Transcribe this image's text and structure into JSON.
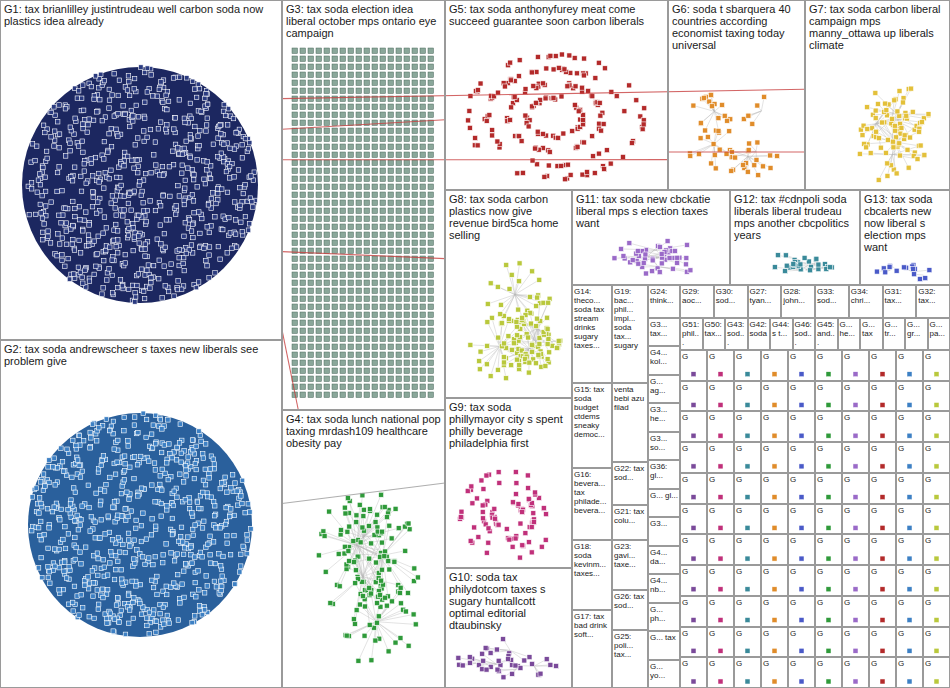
{
  "diagram": {
    "nodes": [
      {
        "text": [
          "G1: tax brianlilley justintrudeau well carbon soda now plastics idea already"
        ]
      },
      {
        "text": [
          "G2: tax soda andrewscheer s taxes new liberals see problem give"
        ]
      },
      {
        "text": [
          "G3: tax soda election idea liberal october mps ontario eye campaign"
        ]
      },
      {
        "text": [
          "G4: tax soda lunch national pop taxing mrdash109 healthcare obesity pay"
        ]
      },
      {
        "text": [
          "G5: tax soda anthonyfurey meat come succeed guarantee soon carbon liberals"
        ]
      },
      {
        "text": [
          "G6: soda t sbarquera 40 countries according economist taxing today universal"
        ]
      },
      {
        "text": [
          "G7: tax soda carbon liberal campaign mps manny_ottawa up liberals climate"
        ]
      },
      {
        "text": [
          "G8: tax soda carbon plastics now give revenue bird5ca home selling"
        ]
      },
      {
        "text": [
          "G9: tax soda phillymayor city s spent philly beverage philadelphia first"
        ]
      },
      {
        "text": [
          "G10: soda tax philydotcom taxes s sugary huntallcott optimal editorial dtaubinsky"
        ]
      },
      {
        "text": [
          "G11: tax soda new cbckatie liberal mps s election taxes want"
        ]
      },
      {
        "text": [
          "G12: tax #cdnpoli soda liberals liberal trudeau mps another cbcpolitics years"
        ]
      },
      {
        "text": [
          "G13: tax soda cbcalerts new now liberal s election mps want"
        ]
      },
      {
        "text": [
          "G14: theco... soda tax stream drinks sugary taxes..."
        ]
      },
      {
        "text": [
          "G15: tax soda budget ctdems sneaky democ..."
        ]
      },
      {
        "text": [
          "G16: bevera... tax philade... bevera..."
        ]
      },
      {
        "text": [
          "G18: soda kevinm... taxes..."
        ]
      },
      {
        "text": [
          "G17: tax bad drink soft..."
        ]
      },
      {
        "text": [
          "G19: bac... phil... impl... soda tax... sugary"
        ]
      },
      {
        "text": [
          "venta bebi azu filad"
        ]
      },
      {
        "text": [
          "G22: tax sod..."
        ]
      },
      {
        "text": [
          "G21: tax colu..."
        ]
      },
      {
        "text": [
          "G23: gavi... taxe..."
        ]
      },
      {
        "text": [
          "G26: tax sod..."
        ]
      },
      {
        "text": [
          "G25: poli... tax..."
        ]
      },
      {
        "text": [
          "G24: think..."
        ]
      },
      {
        "text": [
          "G3... tax..."
        ]
      },
      {
        "text": [
          "G4... kol..."
        ]
      },
      {
        "text": [
          "G... ag..."
        ]
      },
      {
        "text": [
          "G3... he..."
        ]
      },
      {
        "text": [
          "G3... so..."
        ]
      },
      {
        "text": [
          "G36: gl..."
        ]
      },
      {
        "text": [
          "G... gl..."
        ]
      },
      {
        "text": [
          "G3..."
        ]
      },
      {
        "text": [
          "G4... da..."
        ]
      },
      {
        "text": [
          "G4... nb..."
        ]
      },
      {
        "text": [
          "G... ph..."
        ]
      },
      {
        "text": [
          "G... tax"
        ]
      },
      {
        "text": [
          "G... yo..."
        ]
      },
      {
        "text": [
          "G29: aoc..."
        ]
      },
      {
        "text": [
          "G30: sod..."
        ]
      },
      {
        "text": [
          "G27: tyan..."
        ]
      },
      {
        "text": [
          "G28: john..."
        ]
      },
      {
        "text": [
          "G33: sod..."
        ]
      },
      {
        "text": [
          "G34: chri..."
        ]
      },
      {
        "text": [
          "G31: tax..."
        ]
      },
      {
        "text": [
          "G32: tax..."
        ]
      },
      {
        "text": [
          "G51: phil..."
        ]
      },
      {
        "text": [
          "G50: tax..."
        ]
      },
      {
        "text": [
          "G43: sod..."
        ]
      },
      {
        "text": [
          "G42: soda"
        ]
      },
      {
        "text": [
          "G44: s t..."
        ]
      },
      {
        "text": [
          "G46: sod..."
        ]
      },
      {
        "text": [
          "G45: and..."
        ]
      },
      {
        "text": [
          "G... he..."
        ]
      },
      {
        "text": [
          "G... tax"
        ]
      },
      {
        "text": [
          "G... tr..."
        ]
      },
      {
        "text": [
          "G... gr..."
        ]
      },
      {
        "text": [
          "G... pa..."
        ]
      },
      {
        "text": [
          "G"
        ]
      },
      {
        "text": [
          "G"
        ]
      },
      {
        "text": [
          "G"
        ]
      },
      {
        "text": [
          "G"
        ]
      },
      {
        "text": [
          "G"
        ]
      },
      {
        "text": [
          "G"
        ]
      },
      {
        "text": [
          "G"
        ]
      },
      {
        "text": [
          "G"
        ]
      },
      {
        "text": [
          "G"
        ]
      },
      {
        "text": [
          "G"
        ]
      },
      {
        "text": [
          "G"
        ]
      },
      {
        "text": [
          "G"
        ]
      },
      {
        "text": [
          "G"
        ]
      },
      {
        "text": [
          "G"
        ]
      },
      {
        "text": [
          "G"
        ]
      },
      {
        "text": [
          "G"
        ]
      },
      {
        "text": [
          "G"
        ]
      },
      {
        "text": [
          "G"
        ]
      },
      {
        "text": [
          "G"
        ]
      },
      {
        "text": [
          "G"
        ]
      },
      {
        "text": [
          "G"
        ]
      },
      {
        "text": [
          "G"
        ]
      },
      {
        "text": [
          "G"
        ]
      },
      {
        "text": [
          "G"
        ]
      },
      {
        "text": [
          "G"
        ]
      },
      {
        "text": [
          "G"
        ]
      },
      {
        "text": [
          "G"
        ]
      },
      {
        "text": [
          "G"
        ]
      },
      {
        "text": [
          "G"
        ]
      },
      {
        "text": [
          "G"
        ]
      },
      {
        "text": [
          "G"
        ]
      },
      {
        "text": [
          "G"
        ]
      },
      {
        "text": [
          "G"
        ]
      },
      {
        "text": [
          "G"
        ]
      },
      {
        "text": [
          "G"
        ]
      },
      {
        "text": [
          "G"
        ]
      },
      {
        "text": [
          "G"
        ]
      },
      {
        "text": [
          "G"
        ]
      },
      {
        "text": [
          "G"
        ]
      },
      {
        "text": [
          "G"
        ]
      },
      {
        "text": [
          "G"
        ]
      },
      {
        "text": [
          "G"
        ]
      },
      {
        "text": [
          "G"
        ]
      },
      {
        "text": [
          "G"
        ]
      },
      {
        "text": [
          "G"
        ]
      },
      {
        "text": [
          "G"
        ]
      },
      {
        "text": [
          "G"
        ]
      },
      {
        "text": [
          "G"
        ]
      },
      {
        "text": [
          "G"
        ]
      },
      {
        "text": [
          "G"
        ]
      },
      {
        "text": [
          "G"
        ]
      },
      {
        "text": [
          "G"
        ]
      },
      {
        "text": [
          "G"
        ]
      },
      {
        "text": [
          "G"
        ]
      },
      {
        "text": [
          "G"
        ]
      },
      {
        "text": [
          "G"
        ]
      },
      {
        "text": [
          "G"
        ]
      },
      {
        "text": [
          "G"
        ]
      },
      {
        "text": [
          "G"
        ]
      },
      {
        "text": [
          "G"
        ]
      },
      {
        "text": [
          "G"
        ]
      },
      {
        "text": [
          "G"
        ]
      },
      {
        "text": [
          "G"
        ]
      },
      {
        "text": [
          "G"
        ]
      },
      {
        "text": [
          "G"
        ]
      },
      {
        "text": [
          "G"
        ]
      },
      {
        "text": [
          "G"
        ]
      },
      {
        "text": [
          "G"
        ]
      },
      {
        "text": [
          "G"
        ]
      },
      {
        "text": [
          "G"
        ]
      },
      {
        "text": [
          "G"
        ]
      },
      {
        "text": [
          "G"
        ]
      },
      {
        "text": [
          "G"
        ]
      },
      {
        "text": [
          "G"
        ]
      },
      {
        "text": [
          "G"
        ]
      },
      {
        "text": [
          "G"
        ]
      },
      {
        "text": [
          "G"
        ]
      },
      {
        "text": [
          "G"
        ]
      },
      {
        "text": [
          "G"
        ]
      },
      {
        "text": [
          "G"
        ]
      },
      {
        "text": [
          "G"
        ]
      },
      {
        "text": [
          "G"
        ]
      },
      {
        "text": [
          "G"
        ]
      },
      {
        "text": [
          "G"
        ]
      },
      {
        "text": [
          "G"
        ]
      },
      {
        "text": [
          "G"
        ]
      },
      {
        "text": [
          "G"
        ]
      },
      {
        "text": [
          "G"
        ]
      },
      {
        "text": [
          "G"
        ]
      },
      {
        "text": [
          "G"
        ]
      },
      {
        "text": [
          "G"
        ]
      },
      {
        "text": [
          "G"
        ]
      },
      {
        "text": [
          "G"
        ]
      },
      {
        "text": [
          "G"
        ]
      },
      {
        "text": [
          "G"
        ]
      },
      {
        "text": [
          "G"
        ]
      },
      {
        "text": [
          "G"
        ]
      },
      {
        "text": [
          "G"
        ]
      },
      {
        "text": [
          "G"
        ]
      },
      {
        "text": [
          "G"
        ]
      },
      {
        "text": [
          "G"
        ]
      },
      {
        "text": [
          "G"
        ]
      },
      {
        "text": [
          "G"
        ]
      },
      {
        "text": [
          "G"
        ]
      },
      {
        "text": [
          "G"
        ]
      },
      {
        "text": [
          "G"
        ]
      },
      {
        "text": [
          "G"
        ]
      },
      {
        "text": [
          "G"
        ]
      },
      {
        "text": [
          "G"
        ]
      },
      {
        "text": [
          "G"
        ]
      }
    ],
    "edges": [
      {
        "from": 0,
        "to": 4,
        "arrow": "none"
      },
      {
        "from": 0,
        "to": 5,
        "arrow": "none"
      },
      {
        "from": 0,
        "to": 6,
        "arrow": "none"
      },
      {
        "from": 0,
        "to": 7,
        "arrow": "none"
      },
      {
        "from": 0,
        "to": 3,
        "arrow": "none"
      },
      {
        "from": 1,
        "to": 8,
        "arrow": "none"
      },
      {
        "from": 4,
        "to": 6,
        "arrow": "none"
      }
    ]
  }
}
